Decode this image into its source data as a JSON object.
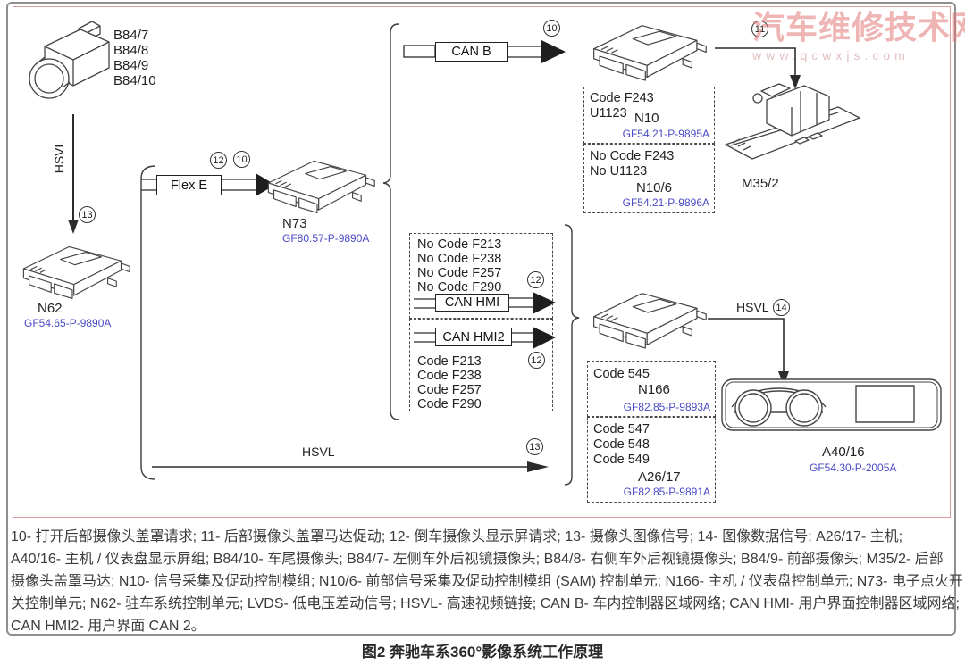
{
  "watermark": {
    "title": "汽车维修技术网",
    "url": "www.qcwxjs.com"
  },
  "caption": "图2 奔驰车系360°影像系统工作原理",
  "diagram": {
    "camera_labels": [
      "B84/7",
      "B84/8",
      "B84/9",
      "B84/10"
    ],
    "buses": {
      "flex_e": "Flex E",
      "can_b": "CAN B",
      "can_hmi": "CAN HMI",
      "can_hmi2": "CAN HMI2",
      "hsvl": "HSVL"
    },
    "callouts": {
      "c10": "10",
      "c11": "11",
      "c12": "12",
      "c13": "13",
      "c14": "14"
    },
    "modules": {
      "n73": {
        "name": "N73",
        "code": "GF80.57-P-9890A"
      },
      "n62": {
        "name": "N62",
        "code": "GF54.65-P-9890A"
      },
      "m35_2": {
        "name": "M35/2"
      },
      "a40_16": {
        "name": "A40/16",
        "code": "GF54.30-P-2005A"
      }
    },
    "boxes": {
      "n10": {
        "lines": [
          "Code F243",
          "U1123"
        ],
        "name": "N10",
        "code": "GF54.21-P-9895A"
      },
      "n10_6": {
        "lines": [
          "No Code F243",
          "No U1123"
        ],
        "name": "N10/6",
        "code": "GF54.21-P-9896A"
      },
      "hmi1": {
        "lines": [
          "No Code F213",
          "No Code F238",
          "No Code F257",
          "No Code F290"
        ]
      },
      "hmi2": {
        "lines": [
          "Code F213",
          "Code F238",
          "Code F257",
          "Code F290"
        ]
      },
      "n166": {
        "lines": [
          "Code 545"
        ],
        "name": "N166",
        "code": "GF82.85-P-9893A"
      },
      "a26_17": {
        "lines": [
          "Code 547",
          "Code 548",
          "Code 549"
        ],
        "name": "A26/17",
        "code": "GF82.85-P-9891A"
      }
    }
  },
  "legend": {
    "lines": [
      "10- 打开后部摄像头盖罩请求; 11- 后部摄像头盖罩马达促动; 12- 倒车摄像头显示屏请求; 13- 摄像头图像信号; 14- 图像数据信号; A26/17- 主机;",
      "A40/16- 主机 / 仪表盘显示屏组; B84/10- 车尾摄像头; B84/7- 左侧车外后视镜摄像头; B84/8- 右侧车外后视镜摄像头; B84/9- 前部摄像头; M35/2- 后部",
      "摄像头盖罩马达; N10- 信号采集及促动控制模组; N10/6- 前部信号采集及促动控制模组 (SAM) 控制单元; N166- 主机 / 仪表盘控制单元; N73- 电子点火开",
      "关控制单元; N62- 驻车系统控制单元; LVDS- 低电压差动信号; HSVL- 高速视频链接; CAN B- 车内控制器区域网络; CAN HMI- 用户界面控制器区域网络;",
      "CAN HMI2- 用户界面 CAN 2。"
    ]
  }
}
